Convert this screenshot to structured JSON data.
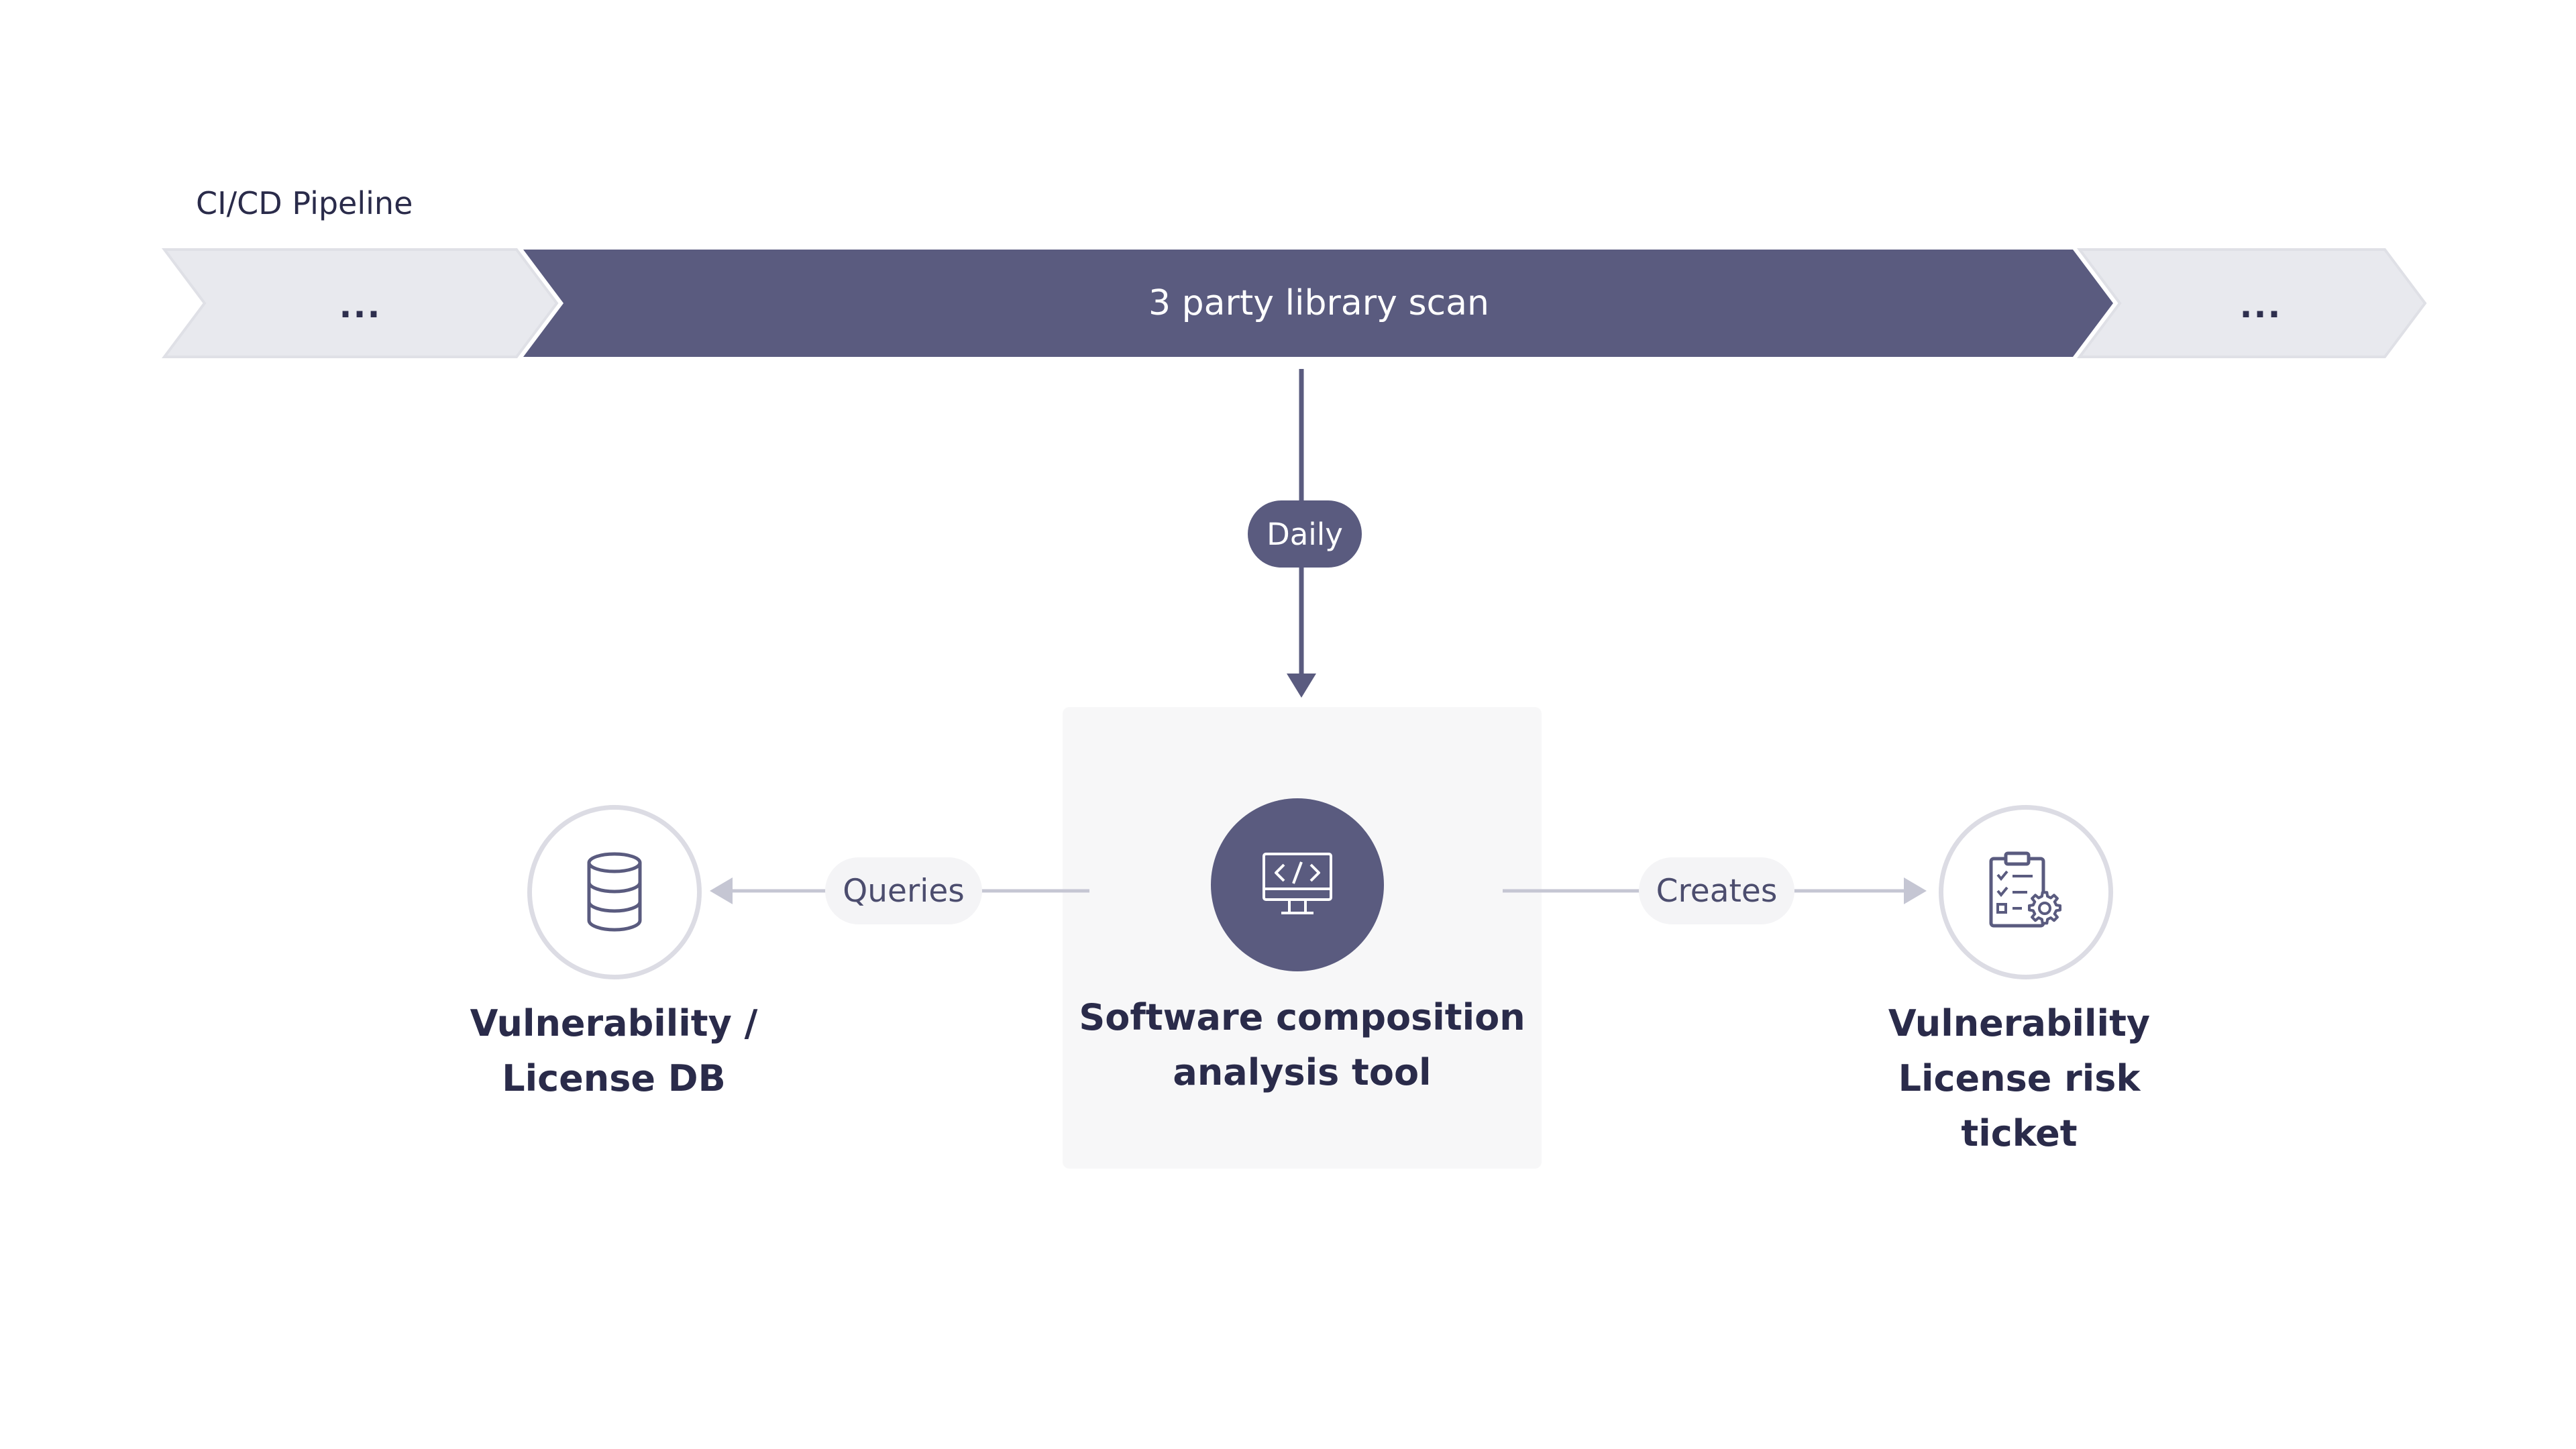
{
  "pipeline": {
    "title": "CI/CD Pipeline",
    "stages": [
      {
        "label": "...",
        "highlighted": false
      },
      {
        "label": "3 party library scan",
        "highlighted": true
      },
      {
        "label": "...",
        "highlighted": false
      }
    ]
  },
  "trigger": {
    "label": "Daily"
  },
  "nodes": {
    "tool": {
      "label_line1": "Software composition",
      "label_line2": "analysis tool",
      "icon": "code-monitor-icon"
    },
    "database": {
      "label_line1": "Vulnerability /",
      "label_line2": "License DB",
      "icon": "database-icon"
    },
    "ticket": {
      "label_line1": "Vulnerability",
      "label_line2": "License risk",
      "label_line3": "ticket",
      "icon": "clipboard-gear-icon"
    }
  },
  "edges": {
    "queries": {
      "label": "Queries"
    },
    "creates": {
      "label": "Creates"
    }
  },
  "colors": {
    "accent": "#5a5b7f",
    "stage_inactive": "#e8e9ee",
    "edge_line": "#c5c6d3",
    "box_bg": "#f7f7f8"
  }
}
